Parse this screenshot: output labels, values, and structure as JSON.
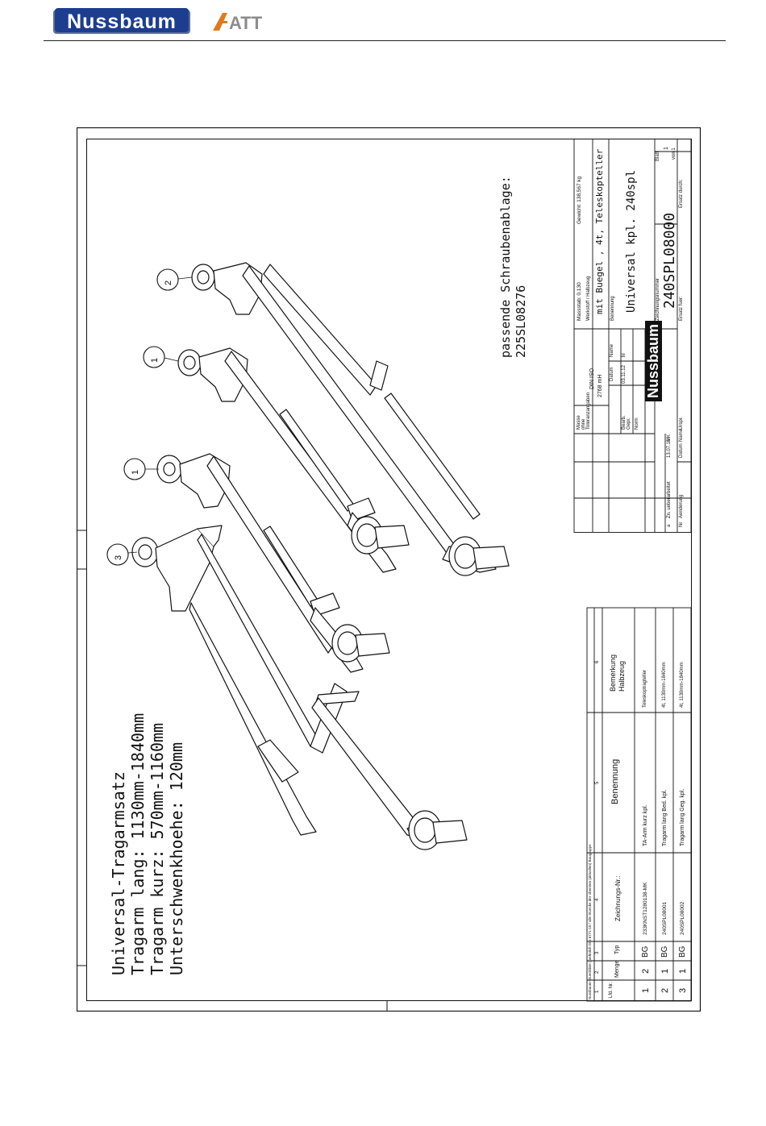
{
  "header": {
    "brand": "Nussbaum",
    "brand_secondary": "ATT"
  },
  "drawing": {
    "title_lines": [
      "Universal-Tragarmsatz",
      "Tragarm lang: 1130mm-1840mm",
      "Tragarm kurz: 570mm-1160mm",
      "Unterschwenkhoehe: 120mm"
    ],
    "screw_note": [
      "passende Schraubenablage:",
      "225SL08276"
    ],
    "callouts": [
      "1",
      "1",
      "2",
      "3"
    ]
  },
  "parts_list": {
    "caption": "Nussbaum-Stueckliste ( aehnlich DIN 6771-10 / alle Stuecke der obersten (aktuellen) Baugruppe",
    "col_numbers": [
      "1",
      "2",
      "3",
      "4",
      "5",
      "6"
    ],
    "headers": [
      "Lfd. Nr.",
      "Menge",
      "Typ",
      "Zeichnungs-Nr.:",
      "Benennung",
      "Bemerkung Halbzeug"
    ],
    "rows": [
      {
        "pos": "1",
        "qty": "2",
        "type": "BG",
        "drawing_no": "233KNST1280138-MK",
        "name": "TA-Arm kurz kpl.",
        "remark": "Teleskoptragteller"
      },
      {
        "pos": "2",
        "qty": "1",
        "type": "BG",
        "drawing_no": "240SPL08001",
        "name": "Tragarm lang Bed. kpl.",
        "remark": "4t, 1130mm-1840mm"
      },
      {
        "pos": "3",
        "qty": "1",
        "type": "BG",
        "drawing_no": "240SPL08002",
        "name": "Tragarm lang Geg. kpl.",
        "remark": "4t, 1130mm-1840mm"
      }
    ]
  },
  "title_block": {
    "tolerance_label": "Masse ohne Toleranzangaben",
    "tolerance_std": "DIN ISO",
    "tolerance_class": "2768 mH",
    "scale_label": "Massstab: 0,130",
    "weight_label": "Gewicht: 138,567 kg",
    "material_label": "Werkstoff / Halbzeug",
    "material_value": "mit Buegel , 4t, Teleskopteller",
    "name_label": "Benennung",
    "name_value": "Universal kpl. 240spl",
    "drawing_no_label": "Zeichnungsnummer",
    "drawing_no": "240SPL08000",
    "sheet_label": "Blatt",
    "sheet_value": "1",
    "sheet_of": "von 1",
    "date_col": "Datum",
    "name_col": "Name",
    "bearb_label": "Bearb.",
    "bearb_date": "03.11.12",
    "bearb_name": "hl",
    "gepr_label": "Gepr.",
    "norm_label": "Norm",
    "rev_index": "a",
    "rev_text": "Zn. ueberarbeitet",
    "rev_date": "13.07.16",
    "rev_name": "MK",
    "rev_headers": [
      "Nr",
      "Aenderung",
      "Datum",
      "Name",
      "Urspr."
    ],
    "replace_for": "Ersatz fuer:",
    "replaced_by": "Ersatz durch:",
    "company": "Nussbaum"
  }
}
